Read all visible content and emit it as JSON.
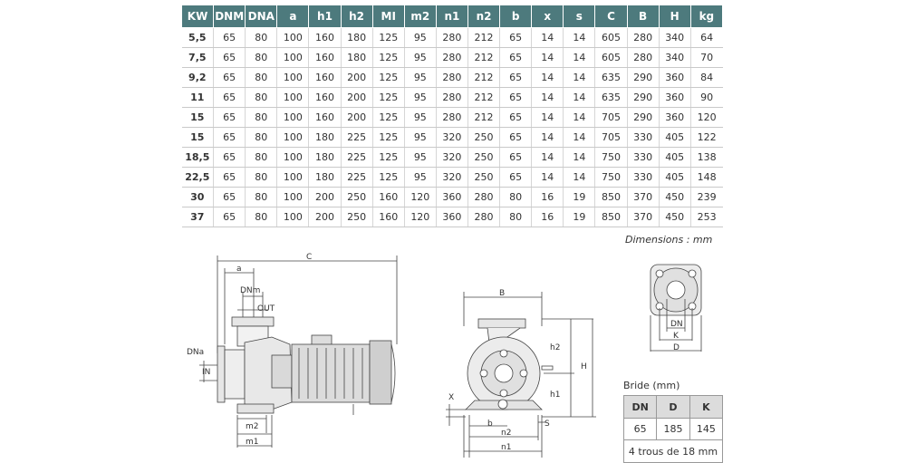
{
  "spec_table": {
    "headers": [
      "KW",
      "DNM",
      "DNA",
      "a",
      "h1",
      "h2",
      "MI",
      "m2",
      "n1",
      "n2",
      "b",
      "x",
      "s",
      "C",
      "B",
      "H",
      "kg"
    ],
    "rows": [
      [
        "5,5",
        "65",
        "80",
        "100",
        "160",
        "180",
        "125",
        "95",
        "280",
        "212",
        "65",
        "14",
        "14",
        "605",
        "280",
        "340",
        "64"
      ],
      [
        "7,5",
        "65",
        "80",
        "100",
        "160",
        "180",
        "125",
        "95",
        "280",
        "212",
        "65",
        "14",
        "14",
        "605",
        "280",
        "340",
        "70"
      ],
      [
        "9,2",
        "65",
        "80",
        "100",
        "160",
        "200",
        "125",
        "95",
        "280",
        "212",
        "65",
        "14",
        "14",
        "635",
        "290",
        "360",
        "84"
      ],
      [
        "11",
        "65",
        "80",
        "100",
        "160",
        "200",
        "125",
        "95",
        "280",
        "212",
        "65",
        "14",
        "14",
        "635",
        "290",
        "360",
        "90"
      ],
      [
        "15",
        "65",
        "80",
        "100",
        "160",
        "200",
        "125",
        "95",
        "280",
        "212",
        "65",
        "14",
        "14",
        "705",
        "290",
        "360",
        "120"
      ],
      [
        "15",
        "65",
        "80",
        "100",
        "180",
        "225",
        "125",
        "95",
        "320",
        "250",
        "65",
        "14",
        "14",
        "705",
        "330",
        "405",
        "122"
      ],
      [
        "18,5",
        "65",
        "80",
        "100",
        "180",
        "225",
        "125",
        "95",
        "320",
        "250",
        "65",
        "14",
        "14",
        "750",
        "330",
        "405",
        "138"
      ],
      [
        "22,5",
        "65",
        "80",
        "100",
        "180",
        "225",
        "125",
        "95",
        "320",
        "250",
        "65",
        "14",
        "14",
        "750",
        "330",
        "405",
        "148"
      ],
      [
        "30",
        "65",
        "80",
        "100",
        "200",
        "250",
        "160",
        "120",
        "360",
        "280",
        "80",
        "16",
        "19",
        "850",
        "370",
        "450",
        "239"
      ],
      [
        "37",
        "65",
        "80",
        "100",
        "200",
        "250",
        "160",
        "120",
        "360",
        "280",
        "80",
        "16",
        "19",
        "850",
        "370",
        "450",
        "253"
      ]
    ],
    "note": "Dimensions : mm"
  },
  "side_view": {
    "labels": {
      "c": "C",
      "a": "a",
      "dnm": "DNm",
      "out": "OUT",
      "dna": "DNa",
      "in": "IN",
      "m2": "m2",
      "m1": "m1"
    }
  },
  "front_view": {
    "labels": {
      "b_top": "B",
      "h2": "h2",
      "h": "H",
      "h1": "h1",
      "x": "X",
      "b": "b",
      "n2": "n2",
      "s": "S",
      "n1": "n1"
    }
  },
  "flange_view": {
    "labels": {
      "dn": "DN",
      "k": "K",
      "d": "D"
    }
  },
  "bride": {
    "title": "Bride (mm)",
    "headers": [
      "DN",
      "D",
      "K"
    ],
    "row": [
      "65",
      "185",
      "145"
    ],
    "note": "4 trous de 18 mm"
  }
}
